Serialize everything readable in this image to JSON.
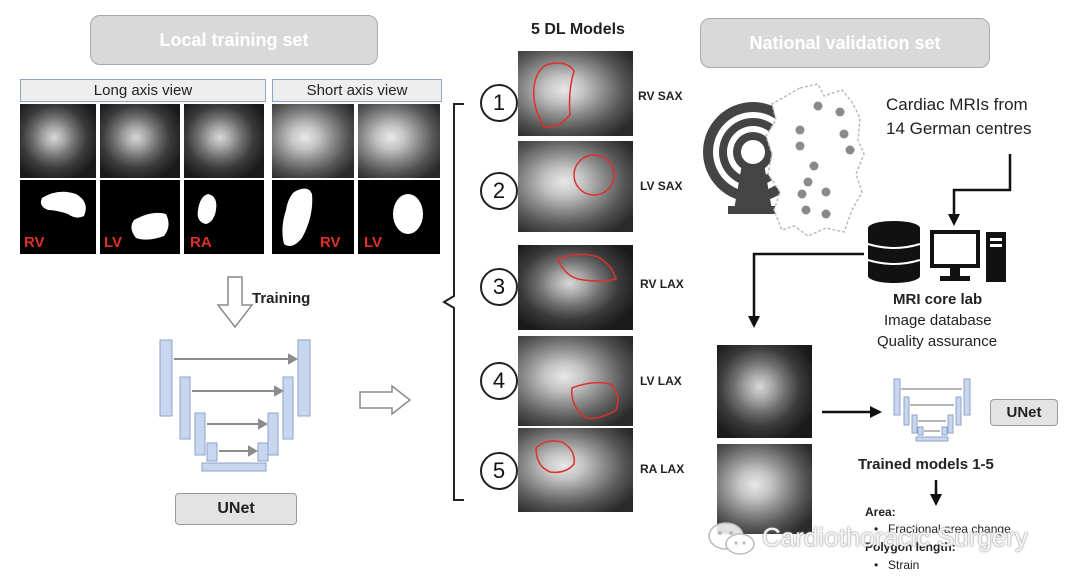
{
  "headers": {
    "local": "Local training set",
    "national": "National validation set"
  },
  "views": {
    "long_axis": "Long axis view",
    "short_axis": "Short axis view"
  },
  "mask_labels": [
    "RV",
    "LV",
    "RA",
    "RV",
    "LV"
  ],
  "training_label": "Training",
  "unet_label": "UNet",
  "models_title": "5 DL Models",
  "models": [
    {
      "num": "1",
      "label": "RV SAX"
    },
    {
      "num": "2",
      "label": "LV SAX"
    },
    {
      "num": "3",
      "label": "RV LAX"
    },
    {
      "num": "4",
      "label": "LV LAX"
    },
    {
      "num": "5",
      "label": "RA LAX"
    }
  ],
  "cardiac_mris": {
    "line1": "Cardiac MRIs from",
    "line2": "14 German centres"
  },
  "core_lab": {
    "title": "MRI core lab",
    "line1": "Image database",
    "line2": "Quality assurance"
  },
  "unet_right": "UNet",
  "trained_models": "Trained models 1-5",
  "outputs": {
    "area_title": "Area:",
    "area_item": "Fractional area change",
    "polygon_title": "Polygon length:",
    "polygon_item": "Strain"
  },
  "watermark": "Cardiothoracic Surgery",
  "colors": {
    "accent_red": "#e0302a",
    "unet_blue": "#c8d6ef",
    "header_gray": "#d9d9d9",
    "dots": "#8a8a8a"
  }
}
